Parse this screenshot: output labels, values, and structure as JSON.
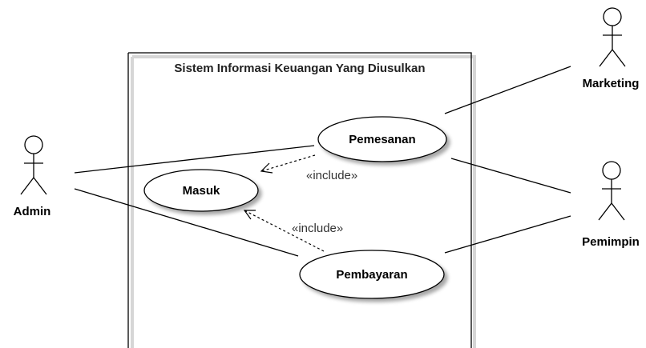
{
  "system": {
    "title": "Sistem Informasi Keuangan Yang Diusulkan"
  },
  "actors": {
    "admin": "Admin",
    "marketing": "Marketing",
    "pemimpin": "Pemimpin"
  },
  "use_cases": {
    "pemesanan": "Pemesanan",
    "masuk": "Masuk",
    "pembayaran": "Pembayaran"
  },
  "relations": {
    "include_1": "«include»",
    "include_2": "«include»"
  }
}
